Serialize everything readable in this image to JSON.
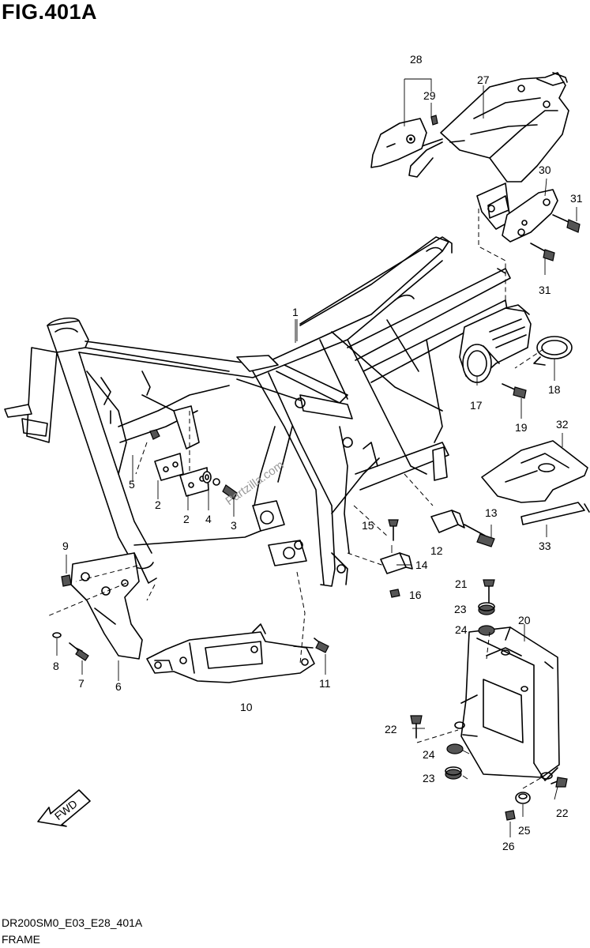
{
  "figure": {
    "title": "FIG.401A",
    "model_code": "DR200SM0_E03_E28_401A",
    "section_name": "FRAME",
    "watermark": "Partzilla.com",
    "fwd_label": "FWD"
  },
  "callouts": {
    "c1": "1",
    "c2a": "2",
    "c2b": "2",
    "c3": "3",
    "c4": "4",
    "c5": "5",
    "c6": "6",
    "c7": "7",
    "c8": "8",
    "c9": "9",
    "c10": "10",
    "c11": "11",
    "c12": "12",
    "c13": "13",
    "c14": "14",
    "c15": "15",
    "c16": "16",
    "c17": "17",
    "c18": "18",
    "c19": "19",
    "c20": "20",
    "c21": "21",
    "c22a": "22",
    "c22b": "22",
    "c23a": "23",
    "c23b": "23",
    "c24a": "24",
    "c24b": "24",
    "c25": "25",
    "c26": "26",
    "c27": "27",
    "c28": "28",
    "c29": "29",
    "c30": "30",
    "c31a": "31",
    "c31b": "31",
    "c32": "32",
    "c33": "33"
  }
}
